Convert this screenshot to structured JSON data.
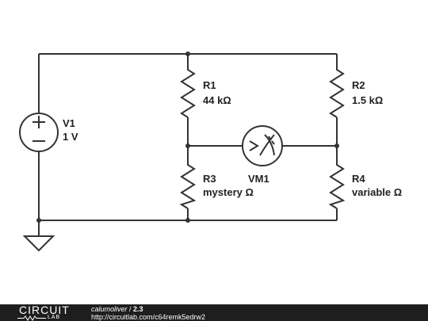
{
  "components": {
    "v1": {
      "name": "V1",
      "value": "1 V"
    },
    "r1": {
      "name": "R1",
      "value": "44 kΩ"
    },
    "r2": {
      "name": "R2",
      "value": "1.5 kΩ"
    },
    "r3": {
      "name": "R3",
      "value": "mystery Ω"
    },
    "r4": {
      "name": "R4",
      "value": "variable Ω"
    },
    "vm1": {
      "name": "VM1"
    }
  },
  "footer": {
    "logo_word": "CIRCUIT",
    "logo_sub": "LAB",
    "author": "calumoliver",
    "separator": " / ",
    "project": "2.3",
    "url": "http://circuitlab.com/c64remk5edrw2"
  },
  "colors": {
    "wire": "#333333",
    "footer_bg": "#1e1e1e",
    "text": "#222222"
  }
}
